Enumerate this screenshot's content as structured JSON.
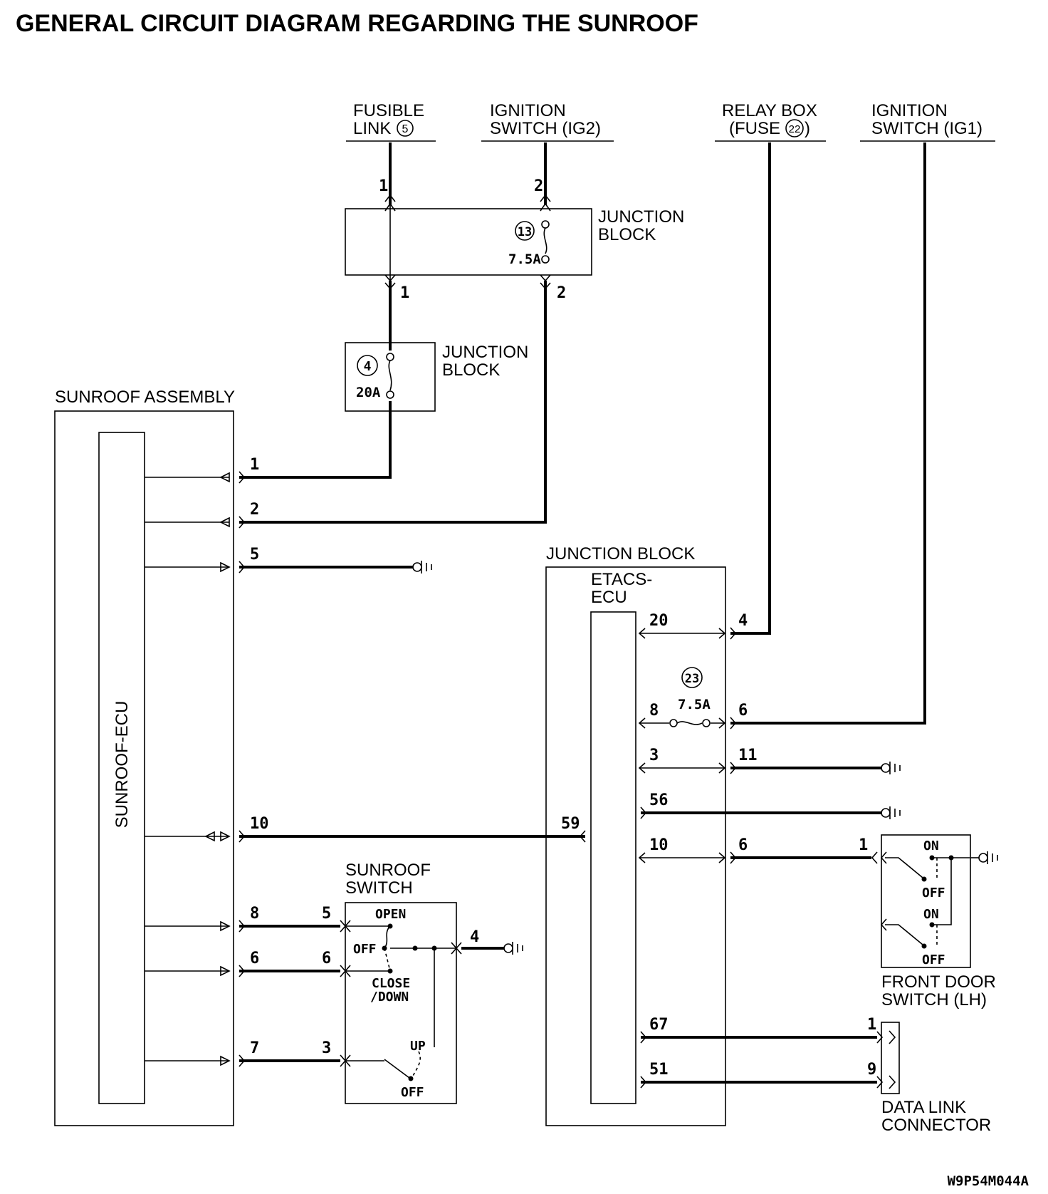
{
  "title": "GENERAL CIRCUIT DIAGRAM REGARDING THE SUNROOF",
  "sources": {
    "fusible_link_l1": "FUSIBLE",
    "fusible_link_l2": "LINK",
    "fusible_link_num": "5",
    "ig2_l1": "IGNITION",
    "ig2_l2": "SWITCH (IG2)",
    "relay_box_l1": "RELAY BOX",
    "relay_box_l2a": "(FUSE",
    "relay_box_num": "22",
    "relay_box_l2b": ")",
    "ig1_l1": "IGNITION",
    "ig1_l2": "SWITCH (IG1)"
  },
  "junction_block_top": {
    "l1": "JUNCTION",
    "l2": "BLOCK",
    "fuse_num": "13",
    "fuse_rating": "7.5A",
    "pin_in_1": "1",
    "pin_in_2": "2",
    "pin_out_1": "1",
    "pin_out_2": "2"
  },
  "junction_block_mid": {
    "l1": "JUNCTION",
    "l2": "BLOCK",
    "fuse_num": "4",
    "fuse_rating": "20A"
  },
  "sunroof_assembly": {
    "label": "SUNROOF ASSEMBLY",
    "ecu": "SUNROOF-ECU",
    "pins": [
      "1",
      "2",
      "5",
      "10",
      "8",
      "6",
      "7"
    ]
  },
  "sunroof_switch": {
    "l1": "SUNROOF",
    "l2": "SWITCH",
    "open": "OPEN",
    "off1": "OFF",
    "close_l1": "CLOSE",
    "close_l2": "/DOWN",
    "up": "UP",
    "off2": "OFF",
    "pins": [
      "5",
      "6",
      "3",
      "4"
    ]
  },
  "etacs": {
    "block_label": "JUNCTION BLOCK",
    "ecu_l1": "ETACS-",
    "ecu_l2": "ECU",
    "fuse_num": "23",
    "fuse_rating": "7.5A",
    "inner_pins": [
      "20",
      "8",
      "3",
      "56",
      "10",
      "67",
      "51",
      "59"
    ],
    "outer_pins": [
      "4",
      "6",
      "11",
      "6"
    ]
  },
  "door_switch": {
    "l1": "FRONT DOOR",
    "l2": "SWITCH (LH)",
    "on1": "ON",
    "off1": "OFF",
    "on2": "ON",
    "off2": "OFF",
    "pin": "1"
  },
  "data_link": {
    "l1": "DATA LINK",
    "l2": "CONNECTOR",
    "pins": [
      "1",
      "9"
    ]
  },
  "figure_code": "W9P54M044A"
}
